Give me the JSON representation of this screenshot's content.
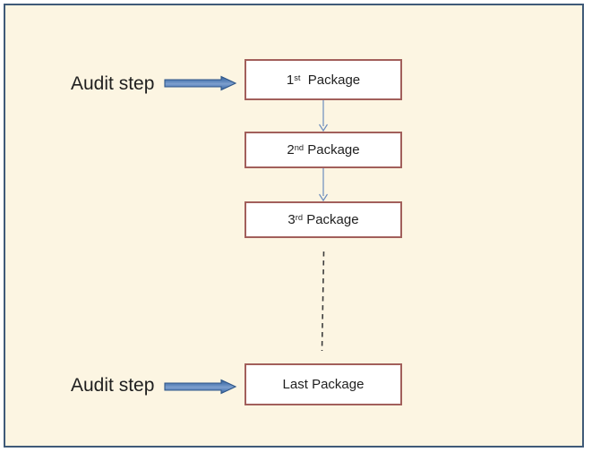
{
  "labels": {
    "audit_step_top": "Audit step",
    "audit_step_bottom": "Audit step"
  },
  "boxes": [
    {
      "pre": "1",
      "sup": "st",
      "post": "  Package"
    },
    {
      "pre": "2",
      "sup": "nd",
      "post": " Package"
    },
    {
      "pre": "3",
      "sup": "rd",
      "post": " Package"
    },
    {
      "pre": "Last Package",
      "sup": "",
      "post": ""
    }
  ],
  "colors": {
    "panel_bg": "#fcf5e2",
    "panel_border": "#3f5a78",
    "box_bg": "#ffffff",
    "box_border": "#a25f5b",
    "big_arrow_fill": "#4f81bd",
    "big_arrow_stroke": "#2f5688",
    "connector": "#6b8cbe",
    "dashed_line": "#3d3d3d",
    "text": "#1f1f1f"
  }
}
